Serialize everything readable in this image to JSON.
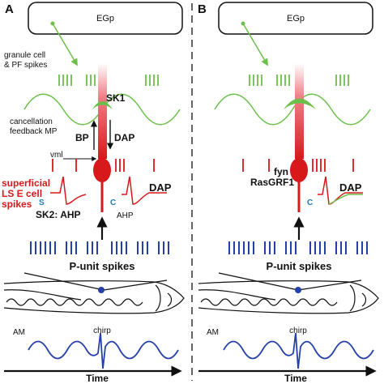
{
  "colors": {
    "green": "#6cc04a",
    "red": "#d7191c",
    "blue": "#2541a8",
    "pink": "#f4a3a8",
    "black": "#111111"
  },
  "panels": [
    {
      "letter": "A",
      "box_label": "EGp",
      "granule_label_line1": "granule cell",
      "granule_label_line2": "& PF spikes",
      "sk1_label": "SK1",
      "cancel_line1": "cancellation",
      "cancel_line2": "feedback MP",
      "bp_label": "BP",
      "dap_label_top": "DAP",
      "vml_label": "vml",
      "lse_line1": "superficial",
      "lse_line2": "LS E cell",
      "lse_line3": "spikes",
      "s_label": "S",
      "c_label": "C",
      "dap_label_trace": "DAP",
      "sk2_label": "SK2: AHP",
      "ahp_label": "AHP",
      "punit_label": "P-unit spikes",
      "am_label": "AM",
      "chirp_label": "chirp",
      "time_label": "Time"
    },
    {
      "letter": "B",
      "box_label": "EGp",
      "fyn_label": "fyn",
      "rasgrf_label": "RasGRF1",
      "c_label": "C",
      "dap_label_trace": "DAP",
      "punit_label": "P-unit spikes",
      "am_label": "AM",
      "chirp_label": "chirp",
      "time_label": "Time"
    }
  ]
}
